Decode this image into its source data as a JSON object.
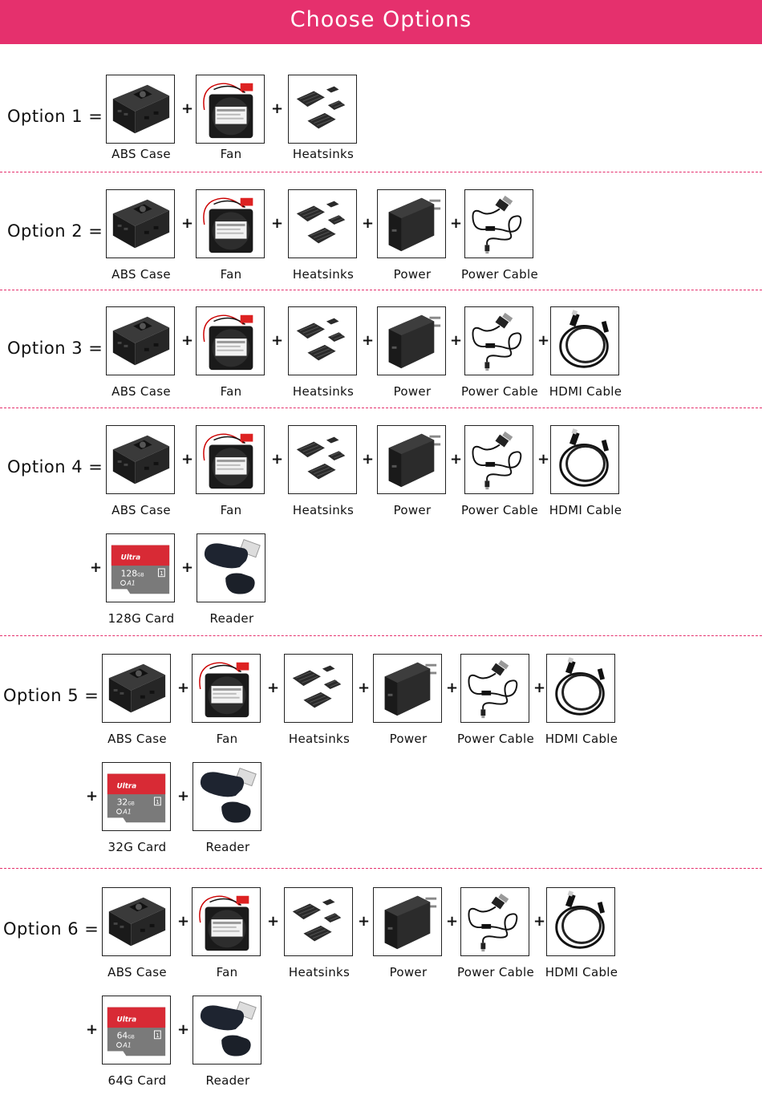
{
  "header": {
    "title": "Choose Options"
  },
  "colors": {
    "accent": "#e5306d",
    "card_red": "#d82a35",
    "card_gray": "#7a7a7a"
  },
  "plus_sign": "+",
  "options": [
    {
      "label": "Option 1  =",
      "items": [
        {
          "icon": "abs-case-icon",
          "label": "ABS Case"
        },
        {
          "icon": "fan-icon",
          "label": "Fan"
        },
        {
          "icon": "heatsinks-icon",
          "label": "Heatsinks"
        }
      ]
    },
    {
      "label": "Option 2  =",
      "items": [
        {
          "icon": "abs-case-icon",
          "label": "ABS Case"
        },
        {
          "icon": "fan-icon",
          "label": "Fan"
        },
        {
          "icon": "heatsinks-icon",
          "label": "Heatsinks"
        },
        {
          "icon": "power-adapter-icon",
          "label": "Power"
        },
        {
          "icon": "power-cable-icon",
          "label": "Power Cable"
        }
      ]
    },
    {
      "label": "Option 3  =",
      "items": [
        {
          "icon": "abs-case-icon",
          "label": "ABS Case"
        },
        {
          "icon": "fan-icon",
          "label": "Fan"
        },
        {
          "icon": "heatsinks-icon",
          "label": "Heatsinks"
        },
        {
          "icon": "power-adapter-icon",
          "label": "Power"
        },
        {
          "icon": "power-cable-icon",
          "label": "Power Cable"
        },
        {
          "icon": "hdmi-cable-icon",
          "label": "HDMI Cable"
        }
      ]
    },
    {
      "label": "Option 4  =",
      "items": [
        {
          "icon": "abs-case-icon",
          "label": "ABS Case"
        },
        {
          "icon": "fan-icon",
          "label": "Fan"
        },
        {
          "icon": "heatsinks-icon",
          "label": "Heatsinks"
        },
        {
          "icon": "power-adapter-icon",
          "label": "Power"
        },
        {
          "icon": "power-cable-icon",
          "label": "Power Cable"
        },
        {
          "icon": "hdmi-cable-icon",
          "label": "HDMI Cable"
        },
        {
          "icon": "sd-card-icon",
          "label": "128G Card",
          "card_text": "Ultra",
          "card_size": "128",
          "card_unit": "GB"
        },
        {
          "icon": "card-reader-icon",
          "label": "Reader"
        }
      ]
    },
    {
      "label": "Option 5  =",
      "items": [
        {
          "icon": "abs-case-icon",
          "label": "ABS Case"
        },
        {
          "icon": "fan-icon",
          "label": "Fan"
        },
        {
          "icon": "heatsinks-icon",
          "label": "Heatsinks"
        },
        {
          "icon": "power-adapter-icon",
          "label": "Power"
        },
        {
          "icon": "power-cable-icon",
          "label": "Power Cable"
        },
        {
          "icon": "hdmi-cable-icon",
          "label": "HDMI Cable"
        },
        {
          "icon": "sd-card-icon",
          "label": "32G Card",
          "card_text": "Ultra",
          "card_size": "32",
          "card_unit": "GB"
        },
        {
          "icon": "card-reader-icon",
          "label": "Reader"
        }
      ]
    },
    {
      "label": "Option 6  =",
      "items": [
        {
          "icon": "abs-case-icon",
          "label": "ABS Case"
        },
        {
          "icon": "fan-icon",
          "label": "Fan"
        },
        {
          "icon": "heatsinks-icon",
          "label": "Heatsinks"
        },
        {
          "icon": "power-adapter-icon",
          "label": "Power"
        },
        {
          "icon": "power-cable-icon",
          "label": "Power Cable"
        },
        {
          "icon": "hdmi-cable-icon",
          "label": "HDMI Cable"
        },
        {
          "icon": "sd-card-icon",
          "label": "64G Card",
          "card_text": "Ultra",
          "card_size": "64",
          "card_unit": "GB"
        },
        {
          "icon": "card-reader-icon",
          "label": "Reader"
        }
      ]
    }
  ]
}
